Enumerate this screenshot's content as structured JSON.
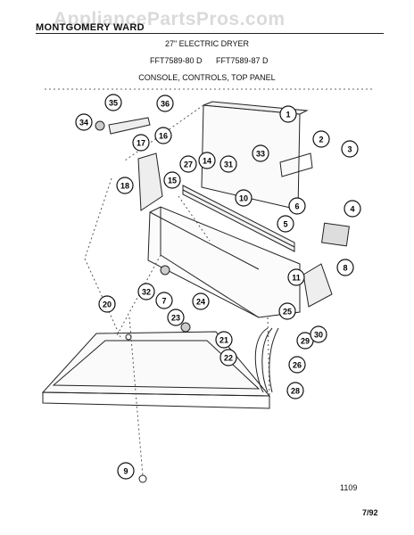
{
  "header": {
    "brand": "MONTGOMERY WARD",
    "product": "27\" ELECTRIC DRYER",
    "model_1": "FFT7589-80 D",
    "model_2": "FFT7589-87 D",
    "section": "CONSOLE, CONTROLS, TOP PANEL"
  },
  "watermark": "AppliancePartsPros.com",
  "callouts": [
    "1",
    "2",
    "3",
    "4",
    "5",
    "6",
    "7",
    "8",
    "9",
    "10",
    "11",
    "14",
    "15",
    "16",
    "17",
    "18",
    "20",
    "21",
    "22",
    "23",
    "24",
    "25",
    "26",
    "27",
    "28",
    "29",
    "30",
    "31",
    "32",
    "33",
    "34",
    "35",
    "36"
  ],
  "footer": {
    "diagram_code": "1109",
    "date": "7/92"
  }
}
